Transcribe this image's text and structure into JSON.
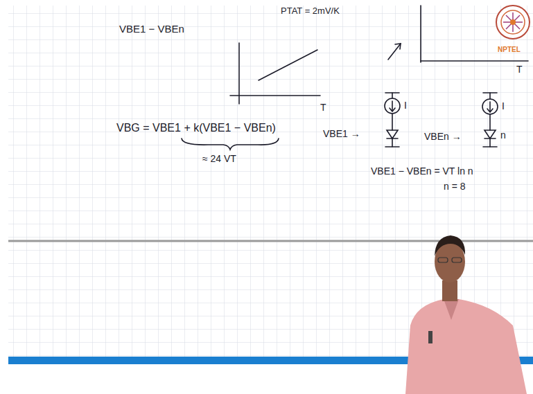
{
  "diagram": {
    "labels": [
      "VBE1 − VBEn",
      "PTAT = 2mV/K",
      "T",
      "T",
      "NPTEL",
      "VBG = VBE1 + k(VBE1 − VBEn)",
      "≈ 24 VT",
      "VBE1 →",
      "I",
      "VBEn →",
      "I",
      "n",
      "VBE1 − VBEn = VT ln n",
      "n = 8"
    ]
  }
}
